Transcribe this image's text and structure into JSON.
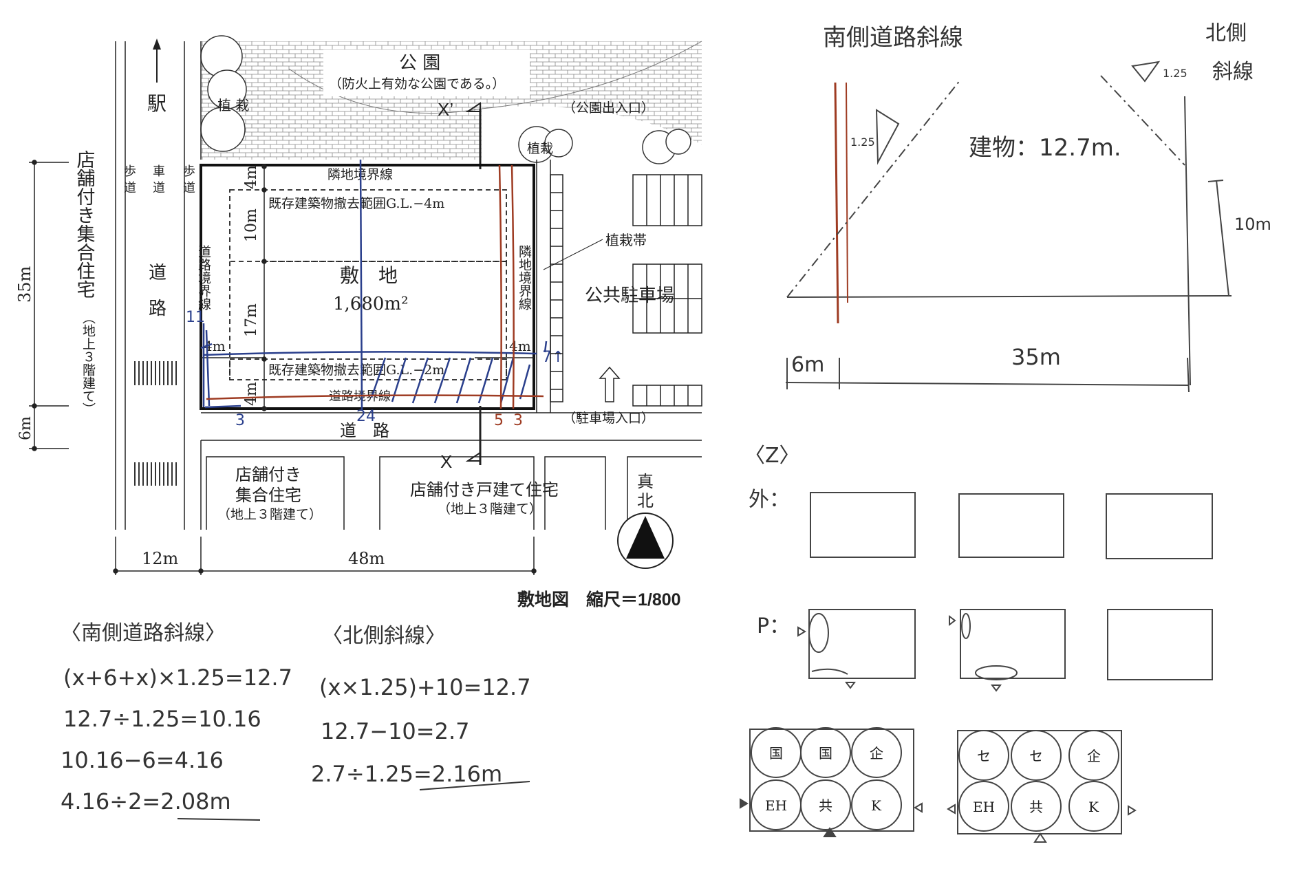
{
  "colors": {
    "ink": "#222222",
    "pencil": "#555555",
    "blue": "#2a3f8c",
    "red": "#9e3b22"
  },
  "site_plan": {
    "park_label": "公 園",
    "park_note": "（防火上有効な公園である。）",
    "park_entrance": "（公園出入口）",
    "station": "駅",
    "planting": "植栽",
    "planting_v": "植\n栽",
    "planting_strip": "植栽帯",
    "public_parking": "公共駐車場",
    "parking_entrance": "（駐車場入口）",
    "sidewalk": "歩\n道",
    "roadway": "車\n道",
    "road_v": "道\n路",
    "road_h": "道　路",
    "west_building_title": "店舗付き集合住宅",
    "west_building_note": "（地上３階建て）",
    "neighbor_boundary_top": "隣地境界線",
    "neighbor_boundary_right": "隣地境界線",
    "road_boundary_left": "道路境界線",
    "road_boundary_bottom": "道路境界線",
    "demolition_top": "既存建築物撤去範囲G.L.−4m",
    "demolition_bottom": "既存建築物撤去範囲G.L.−2m",
    "site_label": "敷　地",
    "site_area": "1,680m²",
    "dim_4m_top": "4m",
    "dim_10m": "10m",
    "dim_17m": "17m",
    "dim_4m_bottom": "4m",
    "dim_4m_left": "4m",
    "dim_4m_right": "4m",
    "dim_35m": "35m",
    "dim_6m": "6m",
    "dim_12m": "12m",
    "dim_48m": "48m",
    "section_x_prime": "X’",
    "section_x": "X",
    "south_building_1_line1": "店舗付き",
    "south_building_1_line2": "集合住宅",
    "south_building_1_note": "（地上３階建て）",
    "south_building_2": "店舗付き戸建て住宅",
    "south_building_2_note": "（地上３階建て）",
    "true_north": "真\n北",
    "caption": "敷地図　縮尺＝1/800"
  },
  "annotations": {
    "blue_11": "11",
    "blue_3": "3",
    "blue_24": "24",
    "red_5": "5",
    "red_3": "3",
    "blue_7": "7↑"
  },
  "calc_south": {
    "heading": "〈南側道路斜線〉",
    "lines": [
      "(x+6+x)×1.25=12.7",
      "12.7÷1.25=10.16",
      "10.16−6=4.16",
      "4.16÷2=2.08m"
    ]
  },
  "calc_north": {
    "heading": "〈北側斜線〉",
    "lines": [
      "(x×1.25)+10=12.7",
      "12.7−10=2.7",
      "2.7÷1.25=2.16m"
    ]
  },
  "section_sketch": {
    "south_title": "南側道路斜線",
    "north_title": "北側\n斜線",
    "ratio_left": "1.25",
    "ratio_right": "1.25",
    "building_height": "建物：12.7m.",
    "dim_10m": "10m",
    "dim_6m": "6m",
    "dim_35m": "35m"
  },
  "zoning_sketch": {
    "heading": "〈Z〉",
    "row_outer": "外：",
    "row_p": "P：",
    "circles_left": [
      "国",
      "国",
      "企",
      "EH",
      "共",
      "K"
    ],
    "circles_right": [
      "セ",
      "セ",
      "企",
      "EH",
      "共",
      "K"
    ]
  }
}
